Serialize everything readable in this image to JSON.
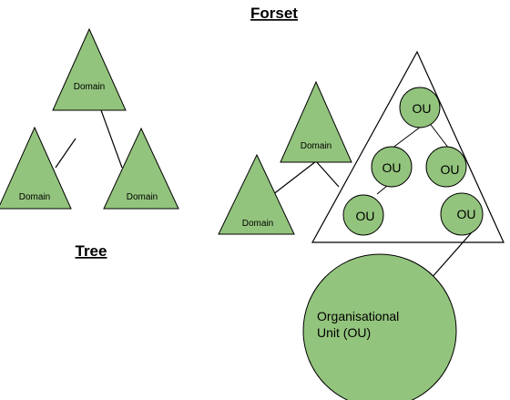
{
  "titles": {
    "forest": "Forset",
    "tree": "Tree"
  },
  "labels": {
    "domain": "Domain",
    "ou": "OU",
    "ou_big_line1": "Organisational",
    "ou_big_line2": "Unit (OU)"
  },
  "colors": {
    "shape_fill": "#93c47d",
    "stroke": "#000000",
    "forest_fill": "#ffffff"
  }
}
